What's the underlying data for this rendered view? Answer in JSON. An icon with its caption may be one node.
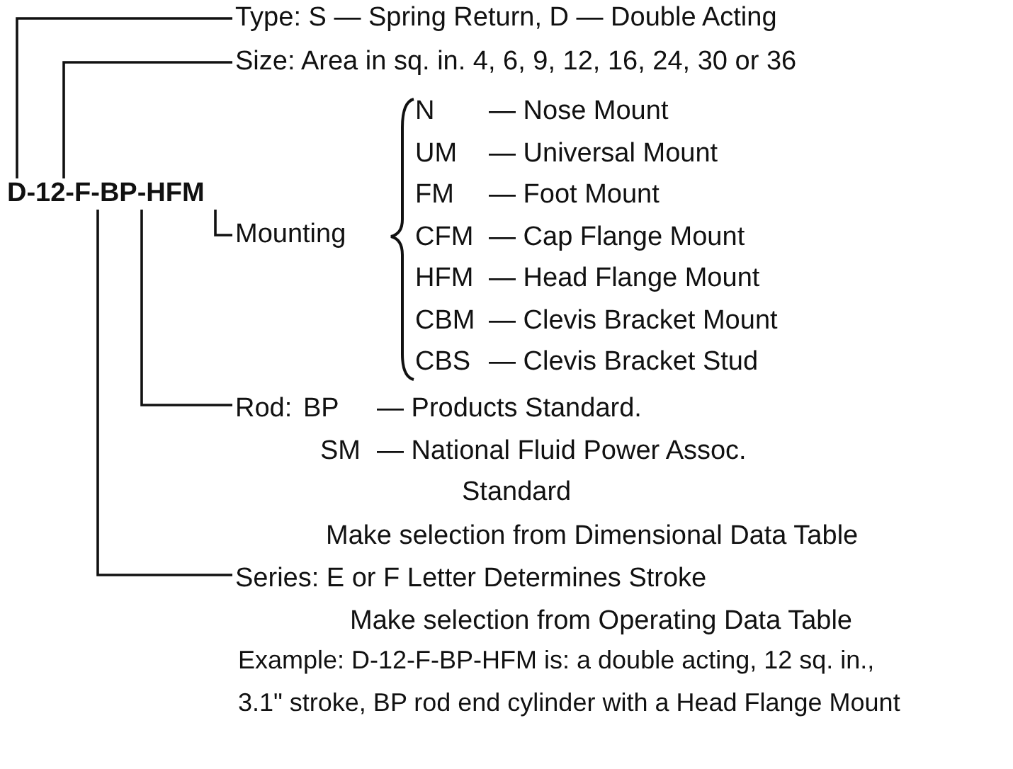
{
  "diagram": {
    "nodes": [
      {
        "text": [
          "D-12-F-BP-HFM"
        ]
      },
      {
        "text": [
          "Type: S — Spring Return, D — Double Acting"
        ]
      },
      {
        "text": [
          "Size: Area in sq. in. 4, 6, 9, 12, 16, 24, 30 or 36"
        ]
      },
      {
        "text": [
          "Mounting"
        ]
      },
      {
        "text": [
          "Rod:",
          "BP",
          "— Products Standard.",
          "SM",
          "— National Fluid Power Assoc. Standard",
          "Make selection from Dimensional Data Table"
        ]
      },
      {
        "text": [
          "Series: E or F Letter Determines Stroke",
          "Make selection from Operating Data Table"
        ]
      }
    ],
    "edges": [
      {
        "from": 1,
        "to": 0,
        "arrow": "none"
      },
      {
        "from": 2,
        "to": 0,
        "arrow": "none"
      },
      {
        "from": 3,
        "to": 0,
        "arrow": "none"
      },
      {
        "from": 4,
        "to": 0,
        "arrow": "none"
      },
      {
        "from": 5,
        "to": 0,
        "arrow": "none"
      }
    ],
    "labels": [
      "N",
      "— Nose Mount",
      "UM",
      "— Universal Mount",
      "FM",
      "— Foot Mount",
      "CFM",
      "— Cap Flange Mount",
      "HFM",
      "— Head Flange Mount",
      "CBM",
      "— Clevis Bracket Mount",
      "CBS",
      "— Clevis Bracket Stud",
      "Example: D-12-F-BP-HFM is: a double acting, 12 sq. in., 3.1\" stroke, BP rod end cylinder with a Head Flange Mount"
    ]
  }
}
